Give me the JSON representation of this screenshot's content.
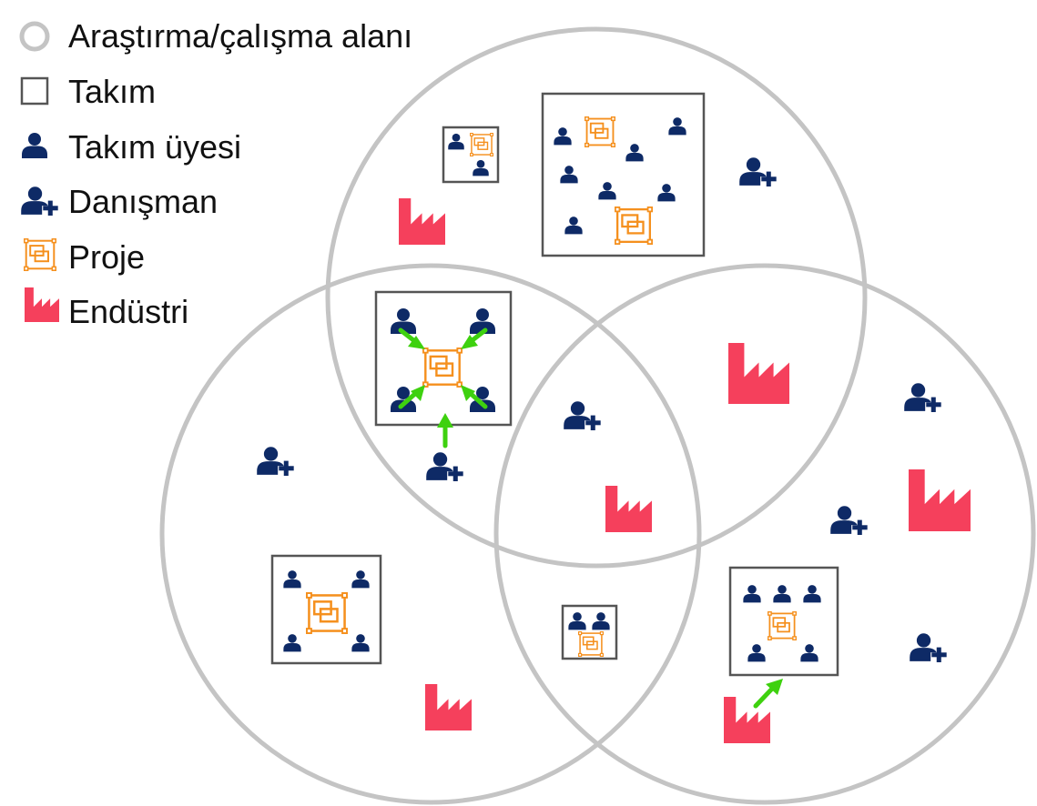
{
  "legend": {
    "items": [
      {
        "label": "Araştırma/çalışma alanı",
        "icon": "ring-icon"
      },
      {
        "label": "Takım",
        "icon": "square-icon"
      },
      {
        "label": "Takım üyesi",
        "icon": "person-icon"
      },
      {
        "label": "Danışman",
        "icon": "advisor-icon"
      },
      {
        "label": "Proje",
        "icon": "project-icon"
      },
      {
        "label": "Endüstri",
        "icon": "factory-icon"
      }
    ]
  },
  "colors": {
    "area_ring": "#c4c4c4",
    "team_border": "#555555",
    "member": "#0e2a66",
    "project": "#f5901e",
    "industry": "#f5405c",
    "arrow": "#3ed10f",
    "text": "#111111"
  }
}
